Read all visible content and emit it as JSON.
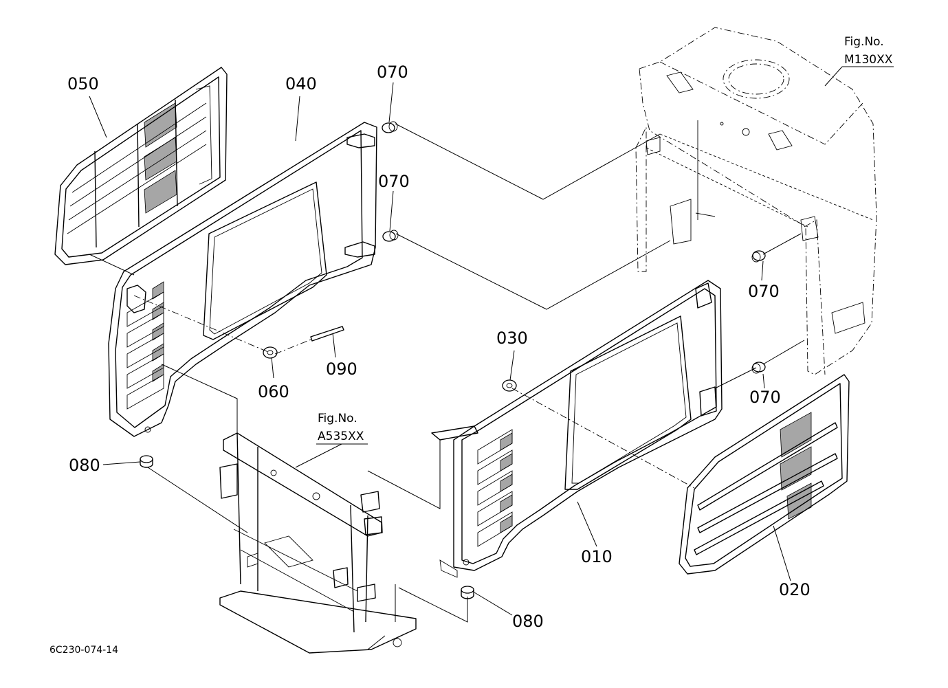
{
  "diagram_code": "6C230-074-14",
  "references": {
    "top_right": {
      "line1": "Fig.No.",
      "line2": "M130XX"
    },
    "center": {
      "line1": "Fig.No.",
      "line2": "A535XX"
    }
  },
  "part_labels": {
    "p010": "010",
    "p020": "020",
    "p030": "030",
    "p040": "040",
    "p050": "050",
    "p060": "060",
    "p070_a": "070",
    "p070_b": "070",
    "p070_c": "070",
    "p070_d": "070",
    "p080_left": "080",
    "p080_right": "080",
    "p090": "090"
  }
}
